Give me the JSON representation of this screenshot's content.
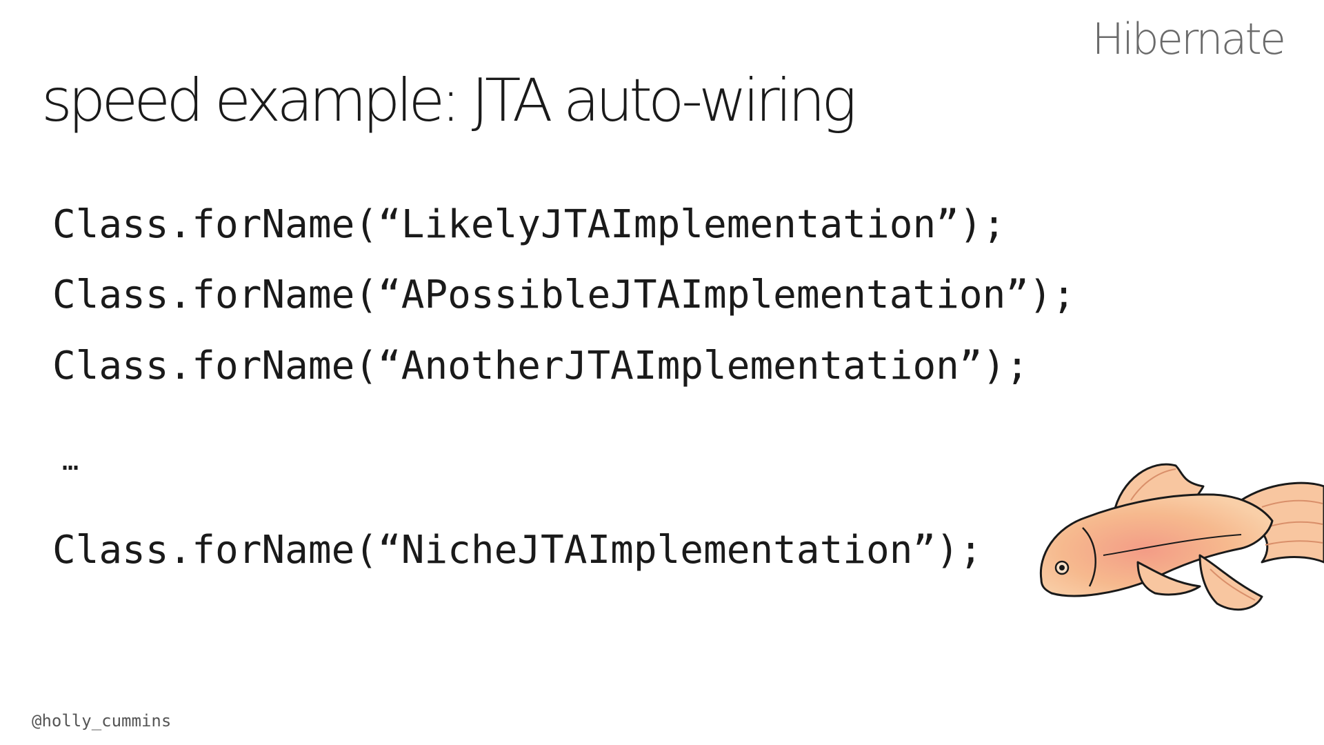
{
  "slide": {
    "brand": "Hibernate",
    "title": "speed example: JTA auto-wiring",
    "code_lines": [
      "Class.forName(“LikelyJTAImplementation”);",
      "Class.forName(“APossibleJTAImplementation”);",
      "Class.forName(“AnotherJTAImplementation”);",
      "Class.forName(“NicheJTAImplementation”);"
    ],
    "ellipsis": "…",
    "handle": "@holly_cummins"
  },
  "colors": {
    "background": "#ffffff",
    "text": "#1a1a1a",
    "brand_text": "#6a6a6a",
    "fish_body": "#f6b98e",
    "fish_outline": "#1a1a1a"
  },
  "illustration": {
    "icon": "goldfish-icon"
  }
}
